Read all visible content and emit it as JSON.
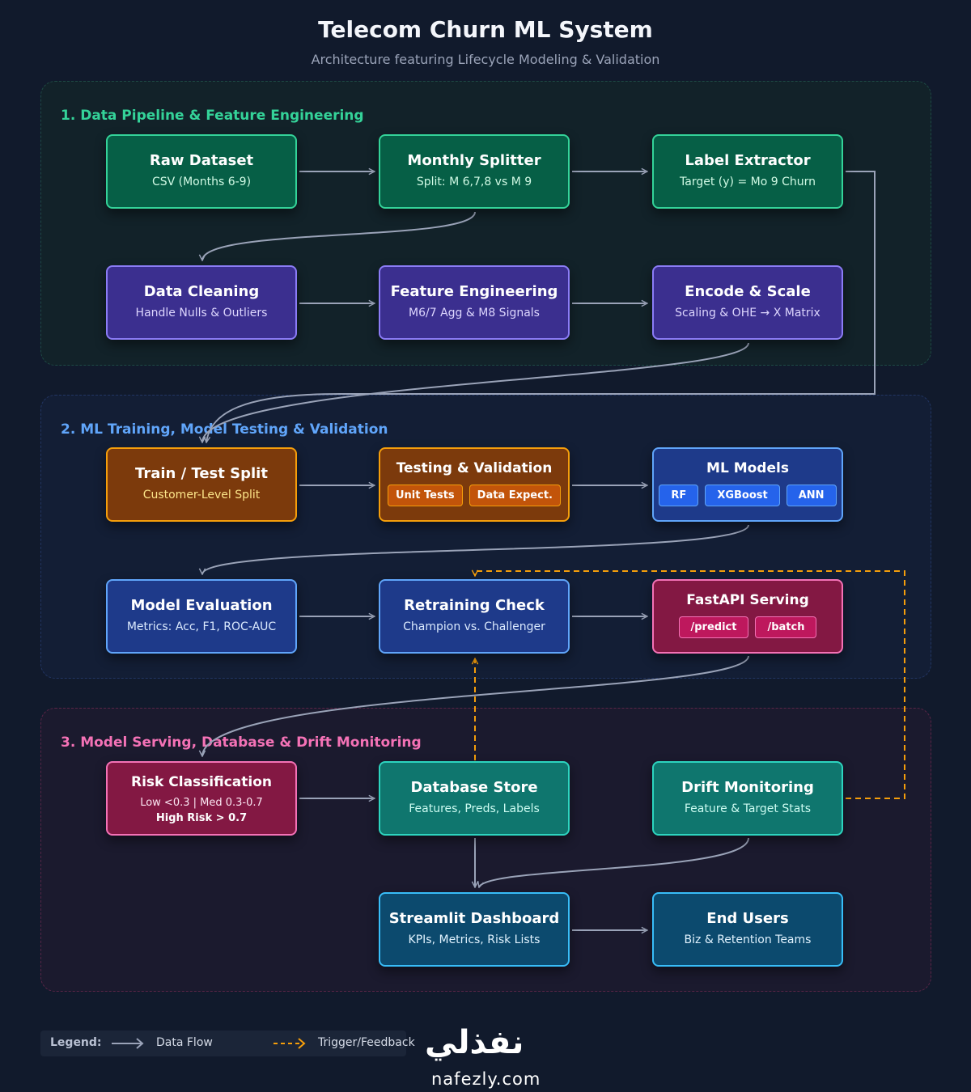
{
  "header": {
    "title": "Telecom Churn ML System",
    "subtitle": "Architecture featuring Lifecycle Modeling & Validation"
  },
  "sections": [
    {
      "label": "1. Data Pipeline & Feature Engineering",
      "color": "#34d399"
    },
    {
      "label": "2. ML Training, Model Testing & Validation",
      "color": "#60a5fa"
    },
    {
      "label": "3. Model Serving, Database & Drift Monitoring",
      "color": "#f472b6"
    }
  ],
  "nodes": {
    "raw_dataset": {
      "title": "Raw Dataset",
      "sub": "CSV (Months 6-9)"
    },
    "monthly_splitter": {
      "title": "Monthly Splitter",
      "sub": "Split: M 6,7,8 vs M 9"
    },
    "label_extractor": {
      "title": "Label Extractor",
      "sub": "Target (y) = Mo 9 Churn"
    },
    "data_cleaning": {
      "title": "Data Cleaning",
      "sub": "Handle Nulls & Outliers"
    },
    "feature_engineering": {
      "title": "Feature Engineering",
      "sub": "M6/7 Agg & M8 Signals"
    },
    "encode_scale": {
      "title": "Encode & Scale",
      "sub": "Scaling & OHE → X Matrix"
    },
    "train_test_split": {
      "title": "Train / Test Split",
      "sub": "Customer-Level Split"
    },
    "testing_validation": {
      "title": "Testing & Validation",
      "chips": [
        "Unit Tests",
        "Data Expect."
      ]
    },
    "ml_models": {
      "title": "ML Models",
      "chips": [
        "RF",
        "XGBoost",
        "ANN"
      ]
    },
    "model_evaluation": {
      "title": "Model Evaluation",
      "sub": "Metrics: Acc, F1, ROC-AUC"
    },
    "retraining_check": {
      "title": "Retraining Check",
      "sub": "Champion vs. Challenger"
    },
    "fastapi_serving": {
      "title": "FastAPI Serving",
      "chips": [
        "/predict",
        "/batch"
      ]
    },
    "risk_classification": {
      "title": "Risk Classification",
      "line1": "Low <0.3 | Med 0.3-0.7",
      "line2": "High Risk > 0.7"
    },
    "database_store": {
      "title": "Database Store",
      "sub": "Features, Preds, Labels"
    },
    "drift_monitoring": {
      "title": "Drift Monitoring",
      "sub": "Feature & Target Stats"
    },
    "streamlit_dashboard": {
      "title": "Streamlit Dashboard",
      "sub": "KPIs, Metrics, Risk Lists"
    },
    "end_users": {
      "title": "End Users",
      "sub": "Biz & Retention Teams"
    }
  },
  "legend": {
    "title": "Legend:",
    "data_flow": "Data Flow",
    "trigger_feedback": "Trigger/Feedback"
  },
  "watermark": {
    "arabic": "نفذلي",
    "latin": "nafezly.com"
  },
  "colors": {
    "background": "#111a2c",
    "arrow": "#9aa3b8",
    "trigger": "#f59e0b"
  }
}
